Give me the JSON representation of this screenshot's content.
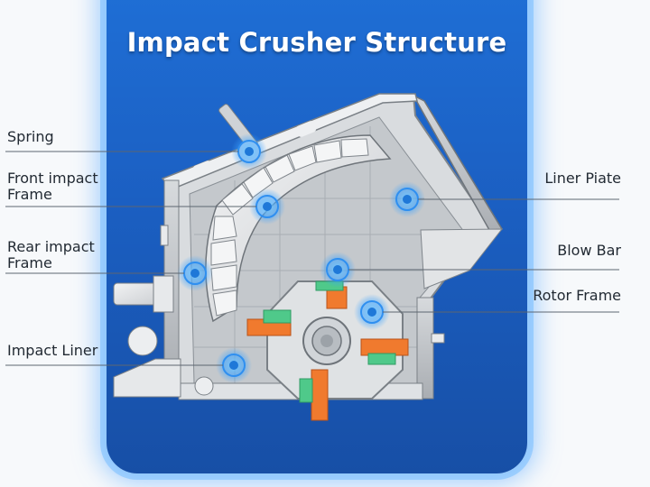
{
  "title": "Impact Crusher Structure",
  "labels": {
    "spring": "Spring",
    "front_impact_frame": "Front impact\nFrame",
    "rear_impact_frame": "Rear impact\nFrame",
    "impact_liner": "Impact Liner",
    "liner_plate": "Liner Piate",
    "blow_bar": "Blow Bar",
    "rotor_frame": "Rotor Frame"
  },
  "colors": {
    "panel": "#1b5fc2",
    "machine_body": "#e6e8ea",
    "blow_bar": "#f07a2e",
    "clip": "#4fc98a",
    "hotspot": "#39a0ff"
  }
}
